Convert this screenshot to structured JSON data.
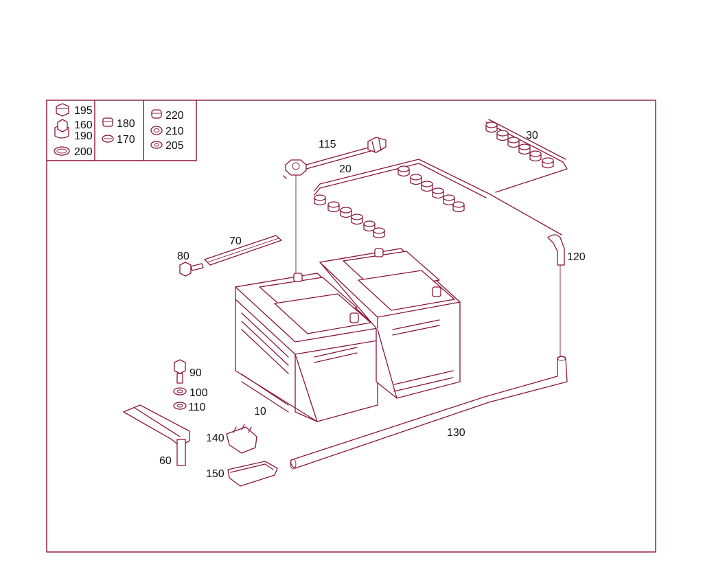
{
  "legend": {
    "col1": [
      "195",
      "160",
      "190",
      "200"
    ],
    "col2": [
      "180",
      "170"
    ],
    "col3": [
      "220",
      "210",
      "205"
    ]
  },
  "parts": {
    "p10": "10",
    "p20": "20",
    "p30": "30",
    "p60": "60",
    "p70": "70",
    "p80": "80",
    "p90": "90",
    "p100": "100",
    "p110": "110",
    "p115": "115",
    "p120": "120",
    "p130": "130",
    "p140": "140",
    "p150": "150"
  },
  "colors": {
    "line": "#8a1538",
    "text": "#111111",
    "background": "#ffffff"
  }
}
